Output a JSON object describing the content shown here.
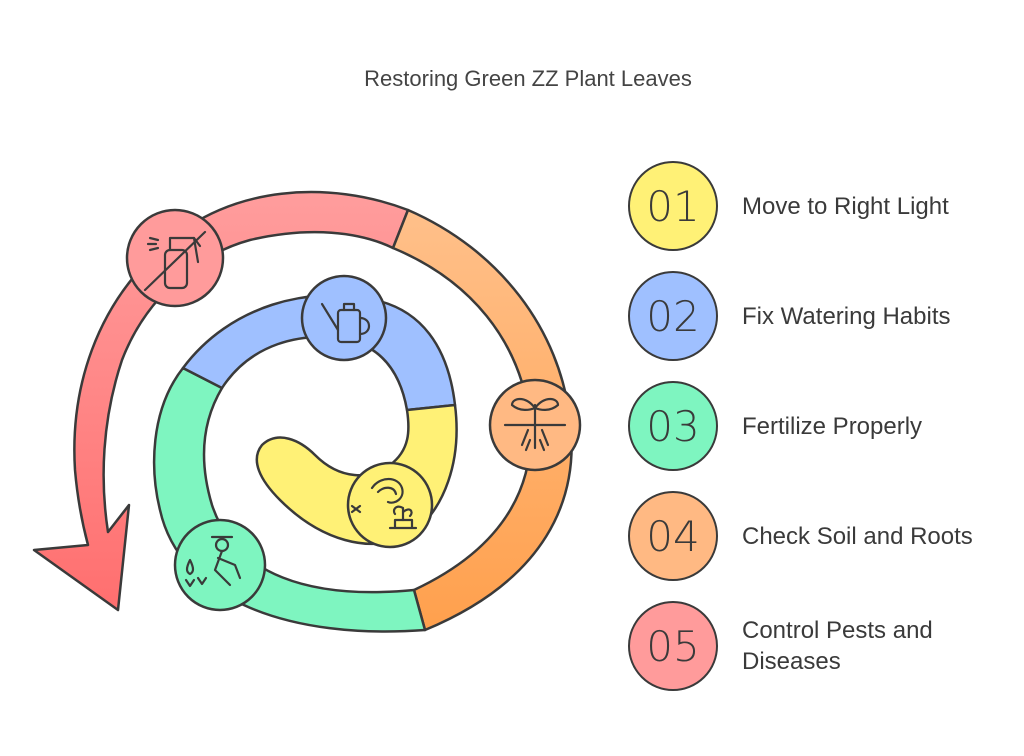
{
  "title": "Restoring Green ZZ Plant Leaves",
  "steps": [
    {
      "number": "01",
      "label": "Move to Right Light",
      "color": "#fff176",
      "icon": "sun-plant-icon"
    },
    {
      "number": "02",
      "label": "Fix Watering Habits",
      "color": "#9fc0ff",
      "icon": "watering-can-icon"
    },
    {
      "number": "03",
      "label": "Fertilize Properly",
      "color": "#7ef5c0",
      "icon": "gardener-icon"
    },
    {
      "number": "04",
      "label": "Check Soil and Roots",
      "color": "#ffb983",
      "icon": "roots-icon"
    },
    {
      "number": "05",
      "label": "Control Pests and Diseases",
      "color": "#ff9b9b",
      "icon": "no-spray-icon"
    }
  ]
}
